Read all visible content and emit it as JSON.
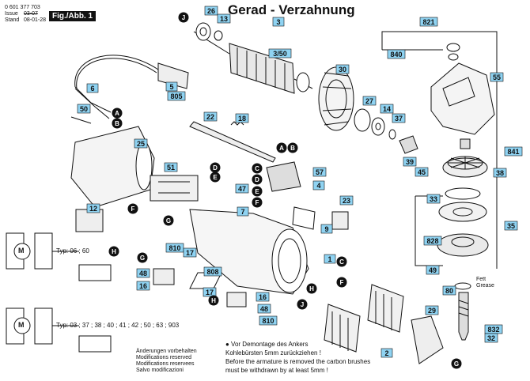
{
  "header": {
    "part_number": "0 601 377 703",
    "issue_label": "Issue",
    "issue_value": "03-07",
    "stand_label": "Stand",
    "stand_value": "08-01-28",
    "figure_label": "Fig./Abb. 1"
  },
  "title": "Gerad - Verzahnung",
  "part_labels": [
    "26",
    "13",
    "3",
    "3/50",
    "821",
    "840",
    "55",
    "6",
    "5",
    "805",
    "30",
    "50",
    "27",
    "14",
    "37",
    "841",
    "25",
    "38",
    "22",
    "18",
    "39",
    "45",
    "51",
    "57",
    "4",
    "47",
    "7",
    "23",
    "33",
    "12",
    "35",
    "9",
    "828",
    "1",
    "810",
    "17",
    "48",
    "16",
    "808",
    "49",
    "80",
    "17",
    "16",
    "48",
    "810",
    "29",
    "2",
    "832",
    "32"
  ],
  "circle_letters": [
    "J",
    "B",
    "A",
    "A",
    "B",
    "C",
    "D",
    "E",
    "F",
    "D",
    "E",
    "F",
    "G",
    "H",
    "G",
    "C",
    "F",
    "H",
    "J",
    "G",
    "H"
  ],
  "wiring": {
    "typ_a": "Typ: 06 ; 60",
    "typ_b": "Typ: 03 ; 37 ; 38 ; 40 ; 41 ; 42 ; 50 ; 63 ; 903",
    "motor_symbol": "M"
  },
  "grease_note": {
    "line1": "Fett",
    "line2": "Grease"
  },
  "disclaimer": [
    "Änderungen vorbehalten",
    "Modifications reserved",
    "Modifications reservees",
    "Salvo modificazioni"
  ],
  "armature_note": [
    "● Vor Demontage des Ankers",
    "Kohlebürsten 5mm zurückziehen !",
    "Before the armature is removed the carbon brushes",
    "must be withdrawn by at least 5mm !"
  ],
  "colors": {
    "label_fill": "#8fd3f2",
    "ink": "#111111"
  }
}
